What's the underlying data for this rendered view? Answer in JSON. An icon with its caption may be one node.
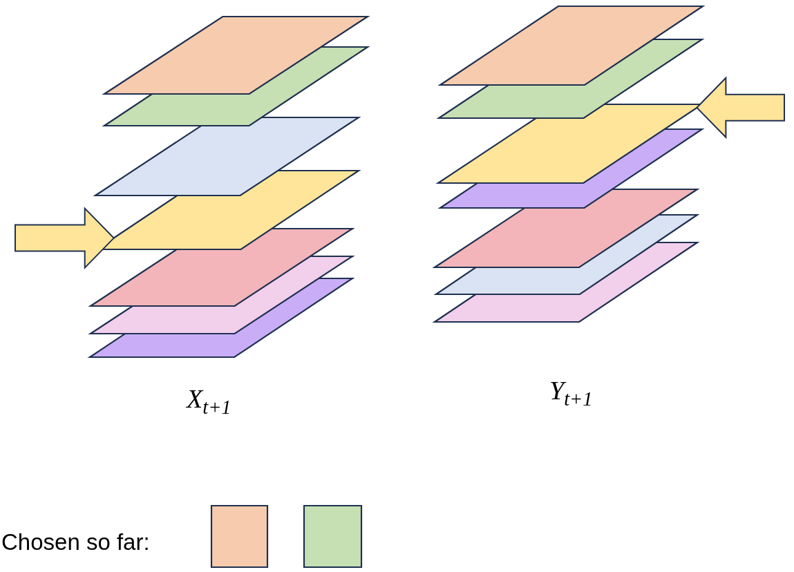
{
  "diagram": {
    "nodes": [
      {
        "text": [],
        "shape": "parallelogram"
      },
      {
        "text": [],
        "shape": "parallelogram"
      },
      {
        "text": [],
        "shape": "parallelogram"
      },
      {
        "text": [],
        "shape": "parallelogram"
      },
      {
        "text": [],
        "shape": "parallelogram"
      },
      {
        "text": [],
        "shape": "parallelogram"
      },
      {
        "text": [],
        "shape": "parallelogram"
      },
      {
        "text": [],
        "shape": "parallelogram"
      },
      {
        "text": [],
        "shape": "parallelogram"
      },
      {
        "text": [],
        "shape": "parallelogram"
      },
      {
        "text": [],
        "shape": "parallelogram"
      },
      {
        "text": [],
        "shape": "parallelogram"
      },
      {
        "text": [],
        "shape": "parallelogram"
      },
      {
        "text": [],
        "shape": "parallelogram"
      },
      {
        "text": [],
        "shape": "box"
      },
      {
        "text": [],
        "shape": "box"
      }
    ],
    "edges": [
      {
        "from": null,
        "to": 3,
        "arrow": "to"
      },
      {
        "from": null,
        "to": 9,
        "arrow": "to"
      }
    ],
    "labels": [
      "X$_{t+1}$",
      "Y$_{t+1}$",
      "Chosen so far:"
    ]
  }
}
